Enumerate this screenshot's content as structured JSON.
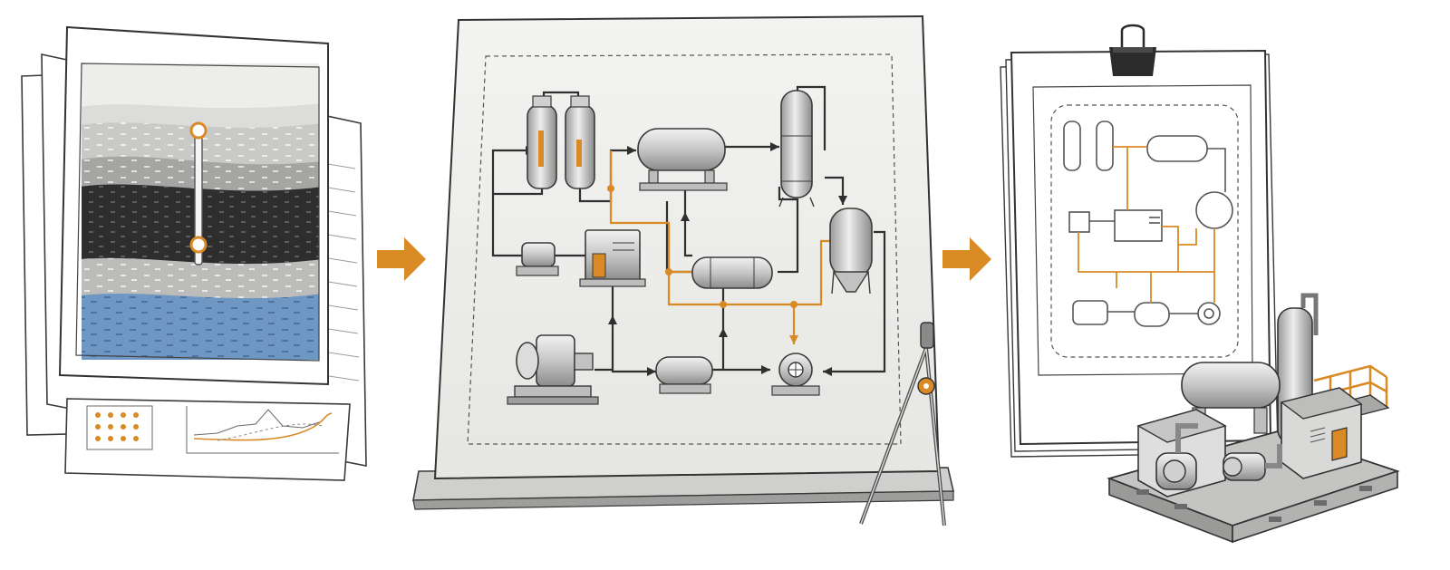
{
  "colors": {
    "accent": "#d98a24",
    "ink": "#3a3a3a",
    "paper": "#f4f4f2",
    "sheet": "#ffffff",
    "water": "#6f97c4",
    "rock_dark": "#2c2c2c",
    "rock_mid": "#9a9a9a",
    "rock_light": "#d2d2d0",
    "metal": "#c9c9c9",
    "metal_dark": "#8e8e8e"
  },
  "stages": [
    {
      "name": "reservoir-data-documents",
      "icon": "stacked-geology-sheets-icon"
    },
    {
      "name": "process-flow-design",
      "icon": "drafting-board-pfd-icon"
    },
    {
      "name": "facility-construction",
      "icon": "clipboard-and-process-skid-icon"
    }
  ],
  "arrows": [
    {
      "from": "reservoir-data-documents",
      "to": "process-flow-design",
      "icon": "right-arrow-icon"
    },
    {
      "from": "process-flow-design",
      "to": "facility-construction",
      "icon": "right-arrow-icon"
    }
  ],
  "icons": {
    "well": "wellbore-icon",
    "compass": "drafting-compass-icon",
    "clip": "binder-clip-icon",
    "skid": "process-skid-icon"
  }
}
